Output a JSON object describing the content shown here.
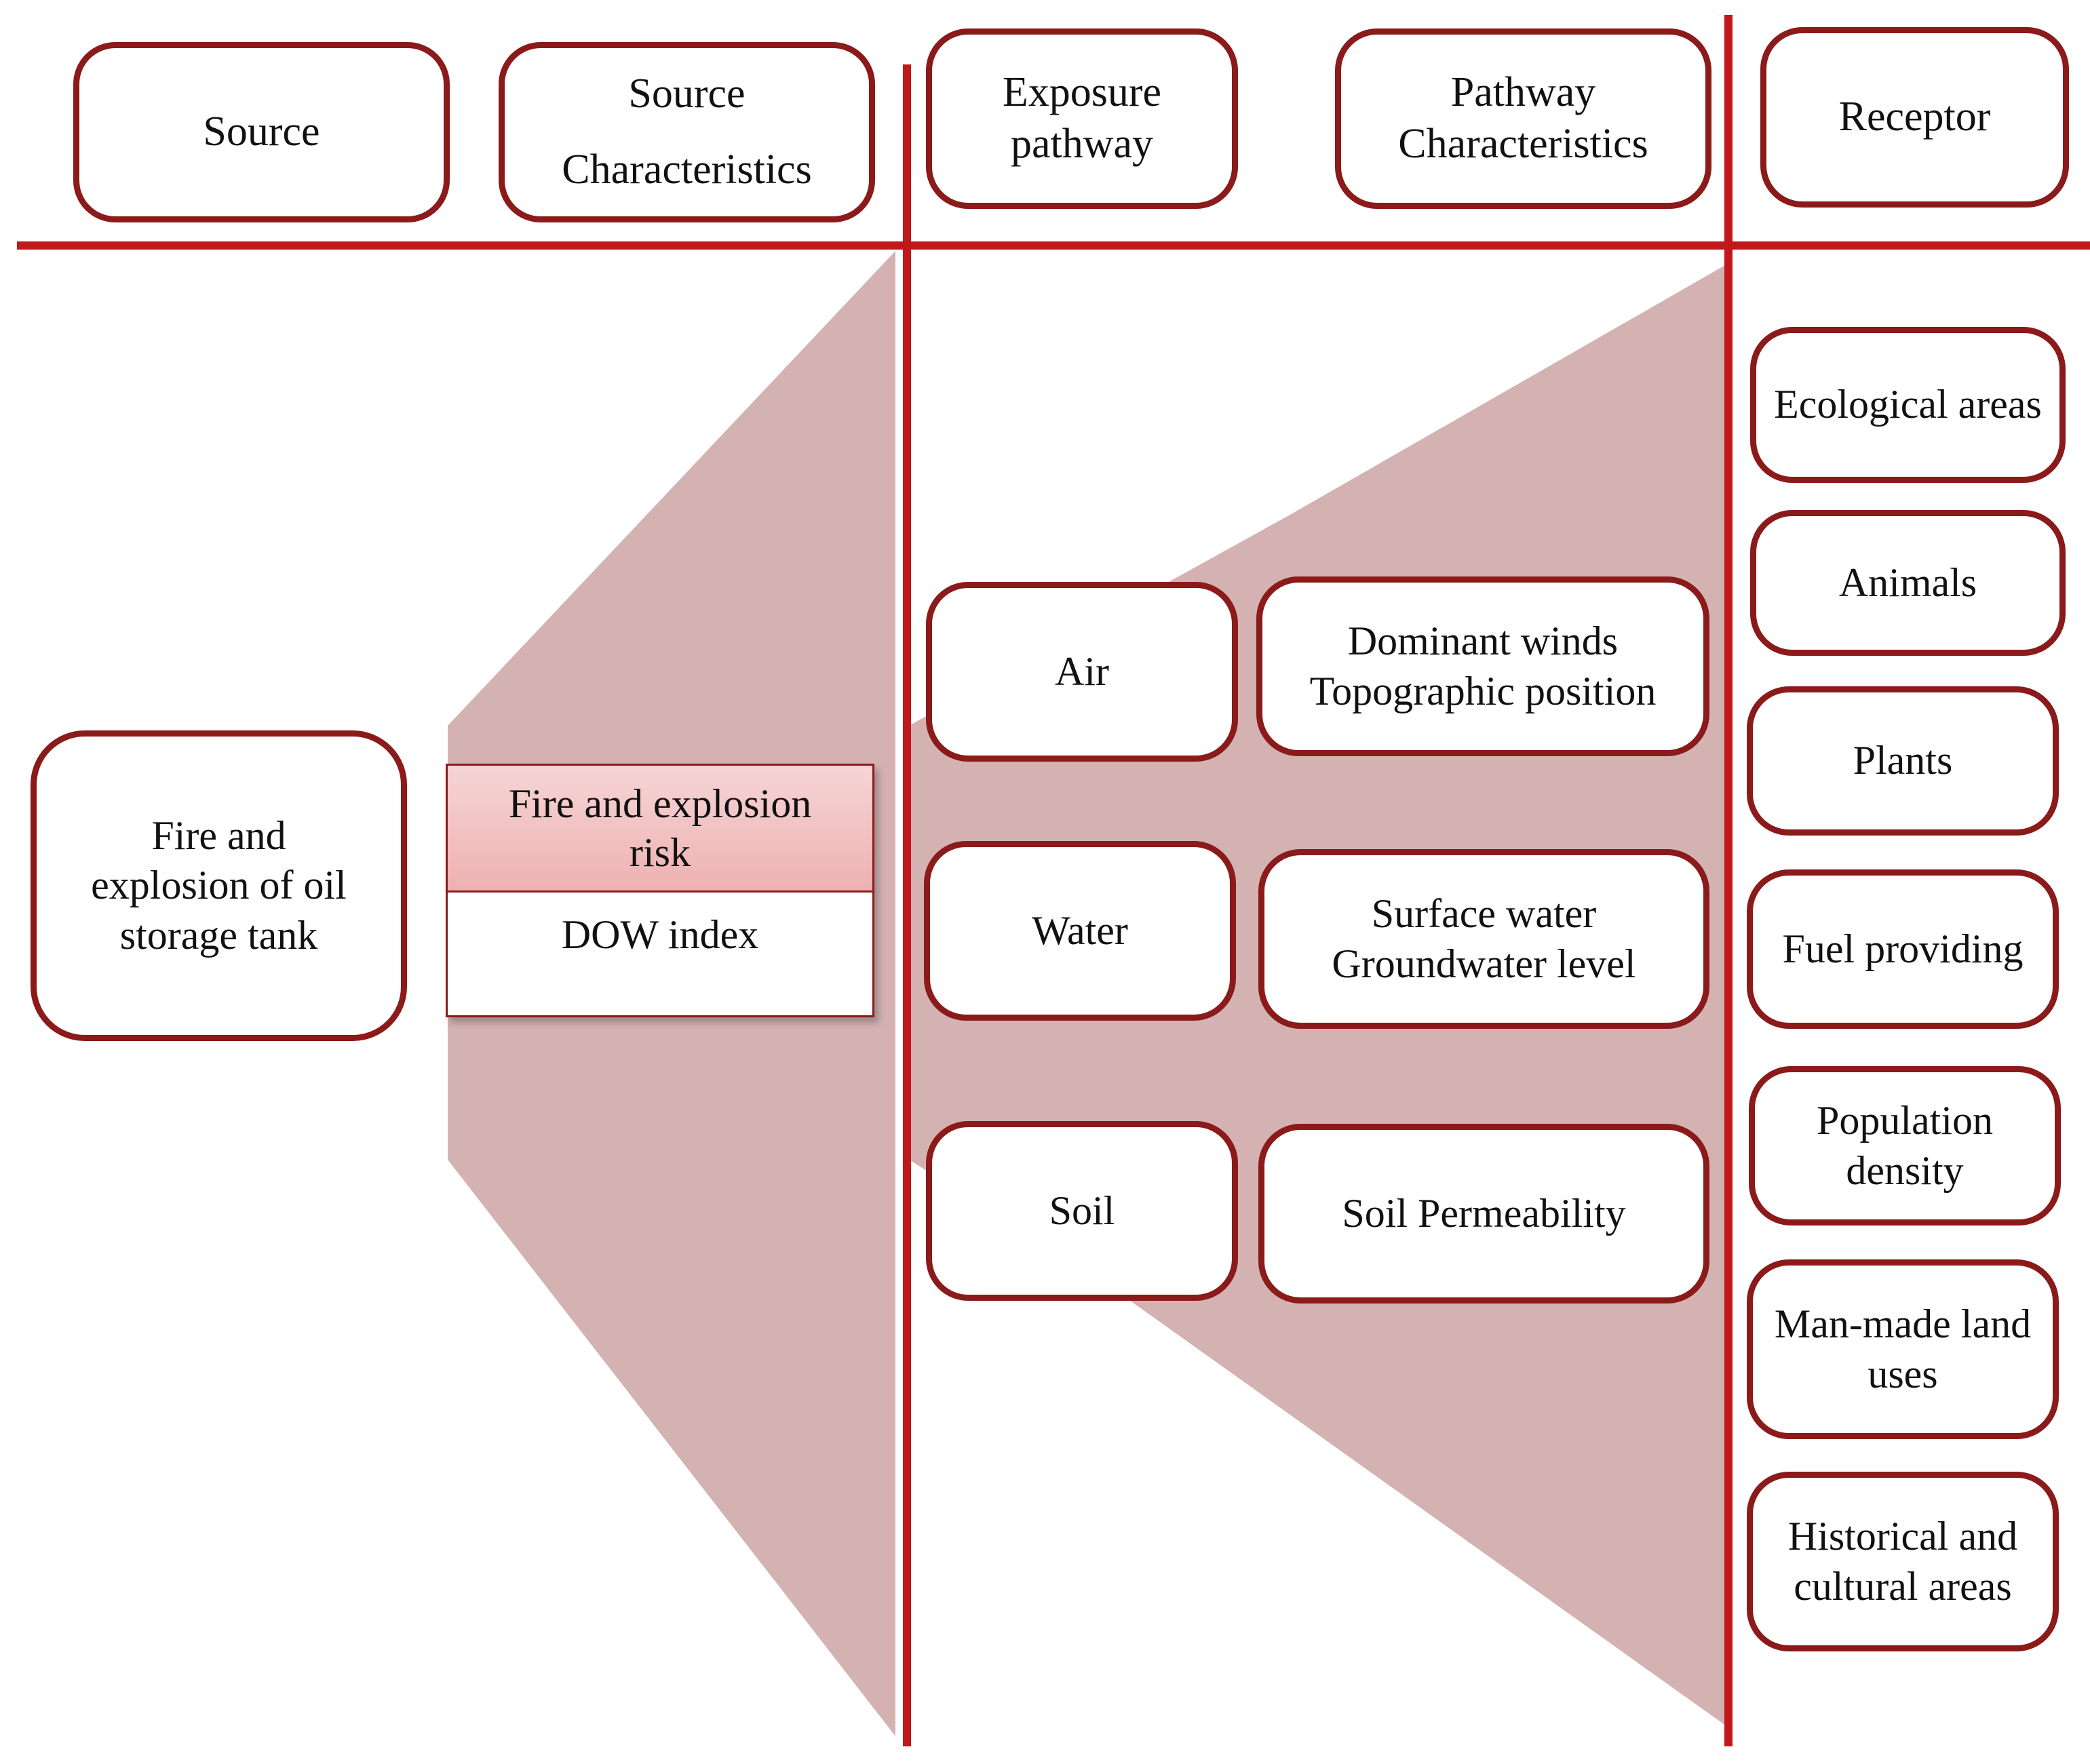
{
  "columns": {
    "source": "Source",
    "source_characteristics": [
      "Source",
      "Characteristics"
    ],
    "exposure_pathway": [
      "Exposure",
      "pathway"
    ],
    "pathway_characteristics": [
      "Pathway",
      "Characteristics"
    ],
    "receptor": "Receptor"
  },
  "source": [
    "Fire and",
    "explosion of oil",
    "storage tank"
  ],
  "source_characteristics": {
    "risk": [
      "Fire and explosion",
      "risk"
    ],
    "index": "DOW index"
  },
  "pathways": [
    {
      "name": "Air",
      "characteristics": [
        "Dominant winds",
        "Topographic position"
      ]
    },
    {
      "name": "Water",
      "characteristics": [
        "Surface water",
        "Groundwater level"
      ]
    },
    {
      "name": "Soil",
      "characteristics": [
        "Soil Permeability"
      ]
    }
  ],
  "receptors": [
    [
      "Ecological areas"
    ],
    [
      "Animals"
    ],
    [
      "Plants"
    ],
    [
      "Fuel providing"
    ],
    [
      "Population",
      "density"
    ],
    [
      "Man-made land",
      "uses"
    ],
    [
      "Historical and",
      "cultural areas"
    ]
  ],
  "colors": {
    "line": "#c0181b",
    "box_border": "#8b1a1a",
    "fan_fill": "#d4b2b2",
    "risk_fill": "#f0b8b8"
  }
}
